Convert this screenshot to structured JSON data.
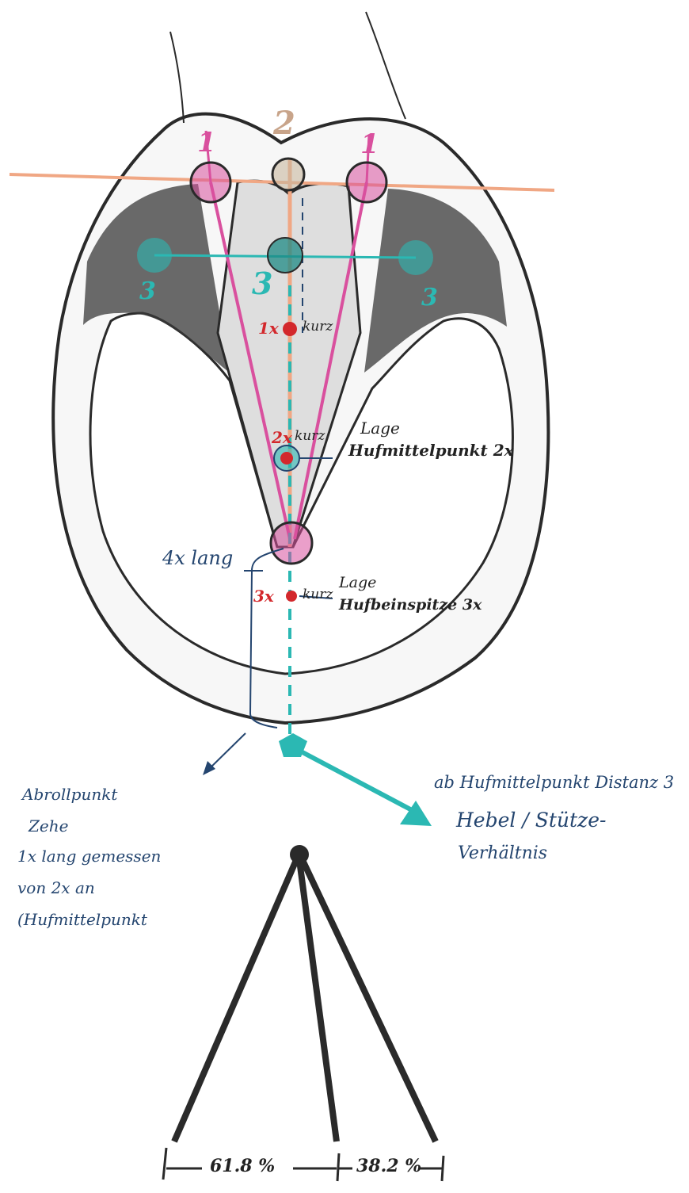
{
  "markers": {
    "heel_1_left": "1",
    "heel_1_right": "1",
    "center_2": "2",
    "width_3_left": "3",
    "width_3_center": "3",
    "width_3_right": "3"
  },
  "points": {
    "p1x": "1x",
    "p1x_note": "kurz",
    "p2x": "2x",
    "p2x_note": "kurz",
    "p3x": "3x",
    "p3x_note": "kurz"
  },
  "annotations": {
    "center_title_1": "Lage",
    "center_title_2": "Hufmittelpunkt 2x",
    "tip_title_1": "Lage",
    "tip_title_2": "Hufbeinspitze 3x",
    "four_x_long": "4x lang",
    "breakover_1": "Abrollpunkt",
    "breakover_2": "Zehe",
    "breakover_3": "1x lang gemessen",
    "breakover_4": "von 2x an",
    "breakover_5": "(Hufmittelpunkt",
    "lever_1": "ab Hufmittelpunkt Distanz 3",
    "lever_2": "Hebel / Stütze-",
    "lever_3": "Verhältnis"
  },
  "ratio": {
    "left": "61.8 %",
    "right": "38.2 %"
  },
  "colors": {
    "pink": "#d9509e",
    "peach": "#f0a784",
    "teal": "#2bb8b3",
    "red": "#d3282c",
    "ink": "#24456f",
    "outline": "#2a2a2a"
  }
}
